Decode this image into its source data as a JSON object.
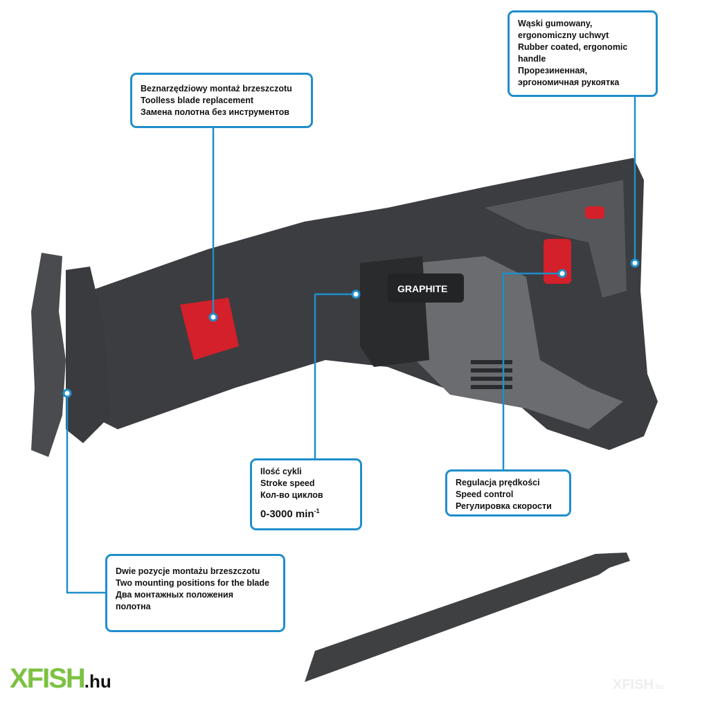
{
  "brand": {
    "label": "GRAPHITE"
  },
  "watermark": {
    "text": "XFISH",
    "suffix": ".hu"
  },
  "callouts": {
    "handle": {
      "lines": [
        "Wąski gumowany,",
        "ergonomiczny uchwyt",
        "Rubber coated, ergonomic",
        "handle",
        "Прорезиненная,",
        "эргономичная рукоятка"
      ]
    },
    "blade_replacement": {
      "lines": [
        "Beznarzędziowy montaż brzeszczotu",
        "Toolless blade replacement",
        "Замена полотна без инструментов"
      ]
    },
    "stroke_speed": {
      "lines": [
        "Ilość cykli",
        "Stroke speed",
        "Кол-во циклов"
      ],
      "value": "0-3000 min",
      "unit_exp": "-1"
    },
    "speed_control": {
      "lines": [
        "Regulacja prędkości",
        "Speed control",
        "Регулировка скорости"
      ]
    },
    "mounting": {
      "lines": [
        "Dwie pozycje montażu brzeszczotu",
        "Two mounting positions for the blade",
        "Два монтажных положения",
        "полотна"
      ]
    }
  },
  "colors": {
    "accent": "#1f8ecb",
    "red": "#d3202a",
    "body": "#3a3b3d",
    "logo_green": "#7cc242"
  }
}
